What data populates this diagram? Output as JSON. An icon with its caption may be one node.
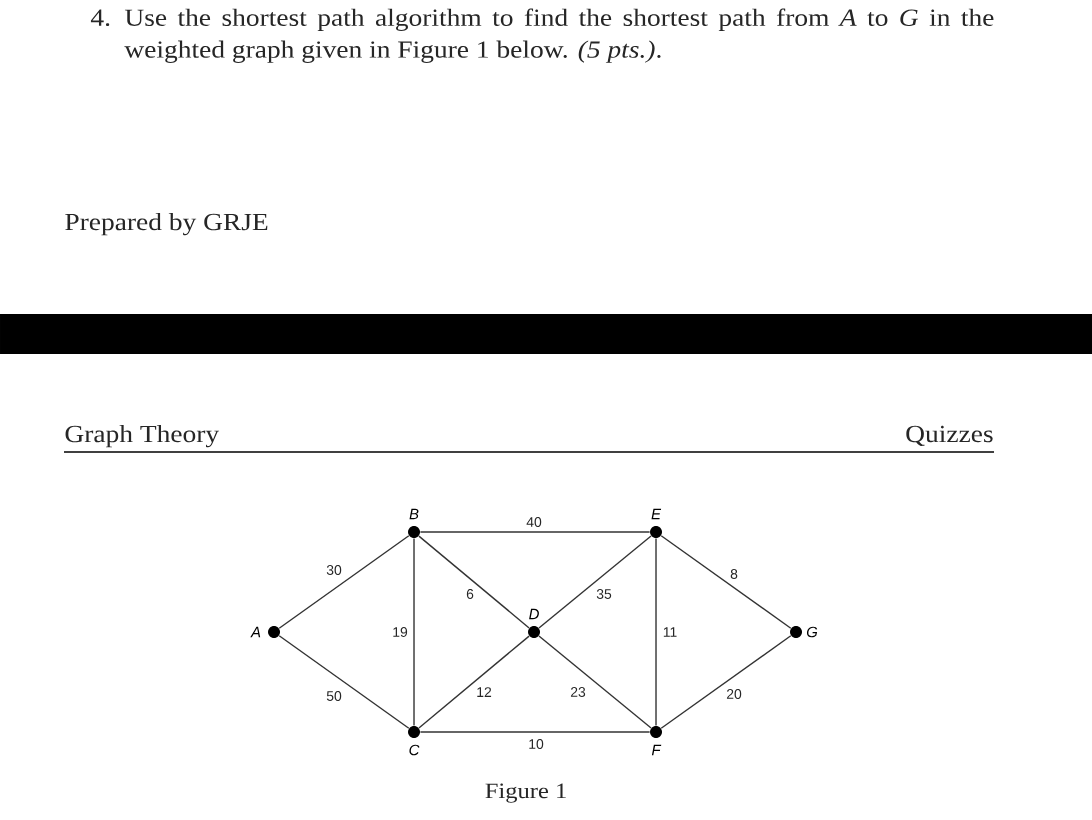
{
  "diagram": {
    "caption": "Figure 1",
    "nodes": [
      {
        "text": [
          "A"
        ]
      },
      {
        "text": [
          "B"
        ]
      },
      {
        "text": [
          "C"
        ]
      },
      {
        "text": [
          "D"
        ]
      },
      {
        "text": [
          "E"
        ]
      },
      {
        "text": [
          "F"
        ]
      },
      {
        "text": [
          "G"
        ]
      }
    ],
    "edges": [
      {
        "from": 0,
        "to": 1,
        "arrow": "none",
        "label": "30"
      },
      {
        "from": 0,
        "to": 2,
        "arrow": "none",
        "label": "50"
      },
      {
        "from": 1,
        "to": 2,
        "arrow": "none",
        "label": "19"
      },
      {
        "from": 1,
        "to": 3,
        "arrow": "none",
        "label": "6"
      },
      {
        "from": 1,
        "to": 4,
        "arrow": "none",
        "label": "40"
      },
      {
        "from": 2,
        "to": 3,
        "arrow": "none",
        "label": "12"
      },
      {
        "from": 2,
        "to": 5,
        "arrow": "none",
        "label": "10"
      },
      {
        "from": 3,
        "to": 4,
        "arrow": "none",
        "label": "35"
      },
      {
        "from": 3,
        "to": 5,
        "arrow": "none",
        "label": "23"
      },
      {
        "from": 4,
        "to": 5,
        "arrow": "none",
        "label": "11"
      },
      {
        "from": 4,
        "to": 6,
        "arrow": "none",
        "label": "8"
      },
      {
        "from": 5,
        "to": 6,
        "arrow": "none",
        "label": "20"
      }
    ],
    "labels": [
      "4.",
      "Use the shortest path algorithm to find the shortest path from *A* to *G* in the weighted graph given in Figure 1 below. *(5 pts.)*.",
      "Prepared by GRJE",
      "Graph Theory",
      "Quizzes"
    ]
  }
}
